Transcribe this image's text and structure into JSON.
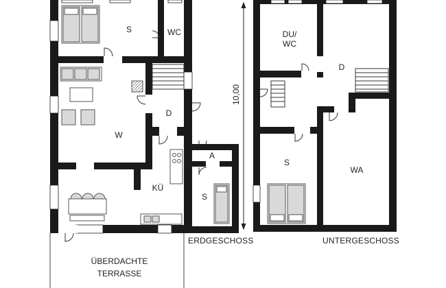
{
  "rooms": {
    "s_top": "S",
    "wc": "WC",
    "w": "W",
    "d_eg": "D",
    "a": "A",
    "kue": "KÜ",
    "s_small": "S",
    "du_wc_1": "DU/",
    "du_wc_2": "WC",
    "d_ug": "D",
    "s_ug": "S",
    "wa": "WA"
  },
  "captions": {
    "erdgeschoss": "ERDGESCHOSS",
    "untergeschoss": "UNTERGESCHOSS"
  },
  "dimension": "10,00",
  "terrace": {
    "line1": "ÜBERDACHTE",
    "line2": "TERRASSE"
  },
  "colors": {
    "wall": "#1a1a1a",
    "furniture": "#666666",
    "furniture_fill": "#d9d9d9",
    "line": "#444444"
  }
}
